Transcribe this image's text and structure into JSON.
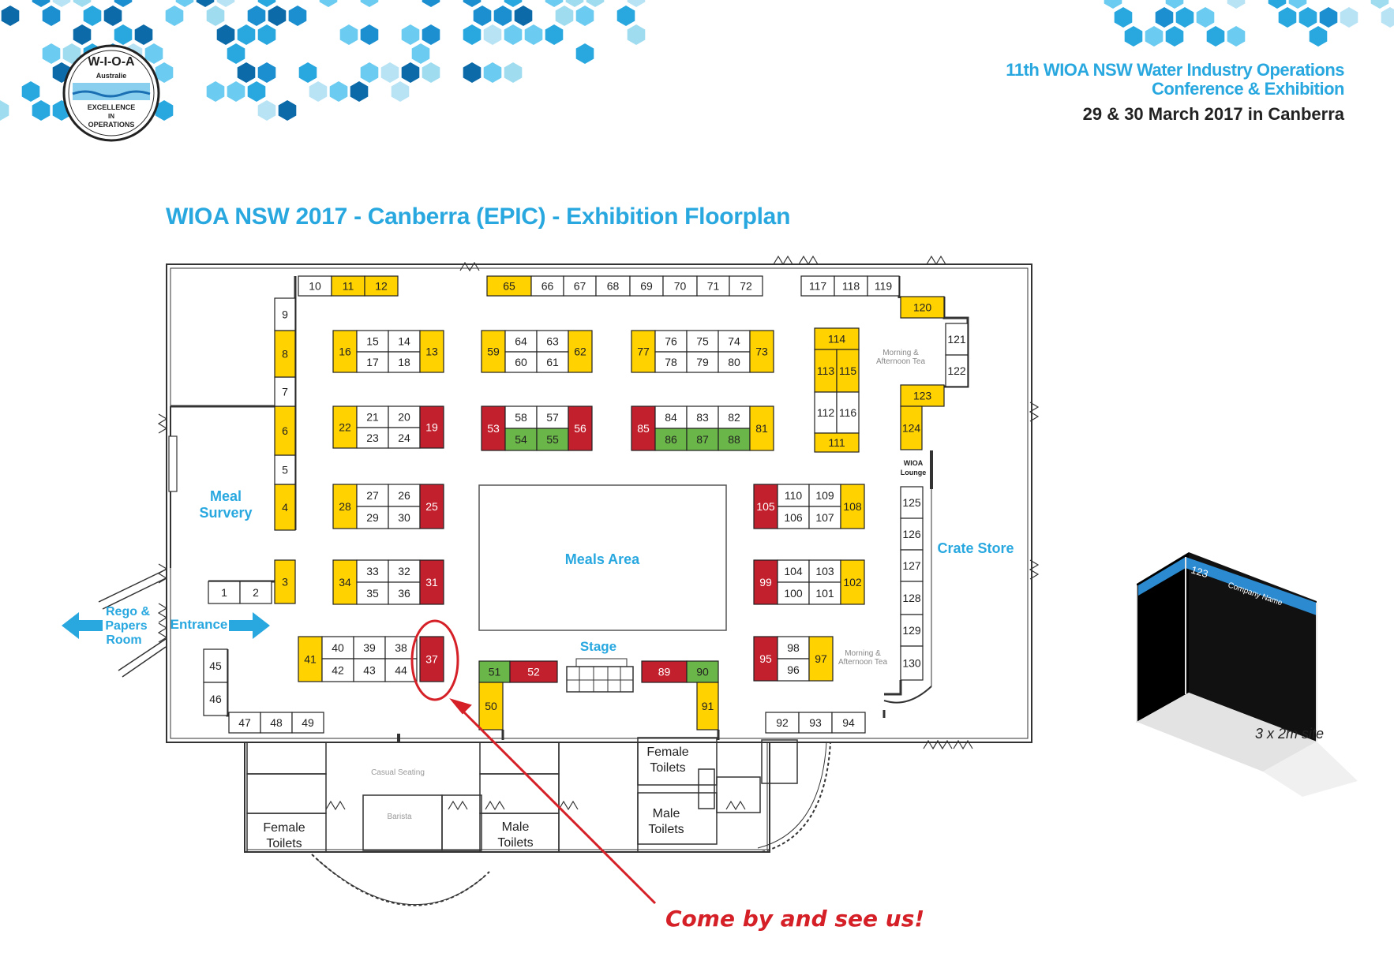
{
  "header": {
    "logo": {
      "name": "W-I-O-A",
      "country": "Australie",
      "motto_line1": "EXCELLENCE",
      "motto_line2": "IN",
      "motto_line3": "OPERATIONS"
    },
    "conference_line1": "11th WIOA NSW Water Industry Operations",
    "conference_line2": "Conference & Exhibition",
    "date_line": "29 & 30 March 2017 in Canberra"
  },
  "title": "WIOA NSW 2017 - Canberra (EPIC) - Exhibition Floorplan",
  "colors": {
    "yellow": "#ffd200",
    "red": "#c3202e",
    "green": "#6ab648",
    "white": "#ffffff",
    "accent_blue": "#29a8e0",
    "callout_red": "#d52027"
  },
  "legend_swatch": {
    "booth_number": "123",
    "company_name": "Company Name",
    "size_label": "3 x 2m site"
  },
  "areas": {
    "meal_survery": [
      "Meal",
      "Survery"
    ],
    "meals_area": "Meals Area",
    "stage": "Stage",
    "crate_store": "Crate Store",
    "entrance": "Entrance",
    "rego": [
      "Rego &",
      "Papers",
      "Room"
    ],
    "morning_tea_1": [
      "Morning &",
      "Afternoon Tea"
    ],
    "morning_tea_2": [
      "Morning &",
      "Afternoon Tea"
    ],
    "wioa_lounge": [
      "WIOA",
      "Lounge"
    ],
    "casual_seating": "Casual Seating",
    "barista": "Barista",
    "female_toilets_1": [
      "Female",
      "Toilets"
    ],
    "male_toilets_1": [
      "Male",
      "Toilets"
    ],
    "female_toilets_2": [
      "Female",
      "Toilets"
    ],
    "male_toilets_2": [
      "Male",
      "Toilets"
    ]
  },
  "callout": "Come by and see us!",
  "booths": [
    {
      "n": "1",
      "c": "white"
    },
    {
      "n": "2",
      "c": "white"
    },
    {
      "n": "3",
      "c": "yellow"
    },
    {
      "n": "4",
      "c": "yellow"
    },
    {
      "n": "5",
      "c": "white"
    },
    {
      "n": "6",
      "c": "yellow"
    },
    {
      "n": "7",
      "c": "white"
    },
    {
      "n": "8",
      "c": "yellow"
    },
    {
      "n": "9",
      "c": "white"
    },
    {
      "n": "10",
      "c": "white"
    },
    {
      "n": "11",
      "c": "yellow"
    },
    {
      "n": "12",
      "c": "yellow"
    },
    {
      "n": "13",
      "c": "yellow"
    },
    {
      "n": "14",
      "c": "white"
    },
    {
      "n": "15",
      "c": "white"
    },
    {
      "n": "16",
      "c": "yellow"
    },
    {
      "n": "17",
      "c": "white"
    },
    {
      "n": "18",
      "c": "white"
    },
    {
      "n": "19",
      "c": "red"
    },
    {
      "n": "20",
      "c": "white"
    },
    {
      "n": "21",
      "c": "white"
    },
    {
      "n": "22",
      "c": "yellow"
    },
    {
      "n": "23",
      "c": "white"
    },
    {
      "n": "24",
      "c": "white"
    },
    {
      "n": "25",
      "c": "red"
    },
    {
      "n": "26",
      "c": "white"
    },
    {
      "n": "27",
      "c": "white"
    },
    {
      "n": "28",
      "c": "yellow"
    },
    {
      "n": "29",
      "c": "white"
    },
    {
      "n": "30",
      "c": "white"
    },
    {
      "n": "31",
      "c": "red"
    },
    {
      "n": "32",
      "c": "white"
    },
    {
      "n": "33",
      "c": "white"
    },
    {
      "n": "34",
      "c": "yellow"
    },
    {
      "n": "35",
      "c": "white"
    },
    {
      "n": "36",
      "c": "white"
    },
    {
      "n": "37",
      "c": "red"
    },
    {
      "n": "38",
      "c": "white"
    },
    {
      "n": "39",
      "c": "white"
    },
    {
      "n": "40",
      "c": "white"
    },
    {
      "n": "41",
      "c": "yellow"
    },
    {
      "n": "42",
      "c": "white"
    },
    {
      "n": "43",
      "c": "white"
    },
    {
      "n": "44",
      "c": "white"
    },
    {
      "n": "45",
      "c": "white"
    },
    {
      "n": "46",
      "c": "white"
    },
    {
      "n": "47",
      "c": "white"
    },
    {
      "n": "48",
      "c": "white"
    },
    {
      "n": "49",
      "c": "white"
    },
    {
      "n": "50",
      "c": "yellow"
    },
    {
      "n": "51",
      "c": "green"
    },
    {
      "n": "52",
      "c": "red"
    },
    {
      "n": "53",
      "c": "red"
    },
    {
      "n": "54",
      "c": "green"
    },
    {
      "n": "55",
      "c": "green"
    },
    {
      "n": "56",
      "c": "red"
    },
    {
      "n": "57",
      "c": "white"
    },
    {
      "n": "58",
      "c": "white"
    },
    {
      "n": "59",
      "c": "yellow"
    },
    {
      "n": "60",
      "c": "white"
    },
    {
      "n": "61",
      "c": "white"
    },
    {
      "n": "62",
      "c": "yellow"
    },
    {
      "n": "63",
      "c": "white"
    },
    {
      "n": "64",
      "c": "white"
    },
    {
      "n": "65",
      "c": "yellow"
    },
    {
      "n": "66",
      "c": "white"
    },
    {
      "n": "67",
      "c": "white"
    },
    {
      "n": "68",
      "c": "white"
    },
    {
      "n": "69",
      "c": "white"
    },
    {
      "n": "70",
      "c": "white"
    },
    {
      "n": "71",
      "c": "white"
    },
    {
      "n": "72",
      "c": "white"
    },
    {
      "n": "73",
      "c": "yellow"
    },
    {
      "n": "74",
      "c": "white"
    },
    {
      "n": "75",
      "c": "white"
    },
    {
      "n": "76",
      "c": "white"
    },
    {
      "n": "77",
      "c": "yellow"
    },
    {
      "n": "78",
      "c": "white"
    },
    {
      "n": "79",
      "c": "white"
    },
    {
      "n": "80",
      "c": "white"
    },
    {
      "n": "81",
      "c": "yellow"
    },
    {
      "n": "82",
      "c": "white"
    },
    {
      "n": "83",
      "c": "white"
    },
    {
      "n": "84",
      "c": "white"
    },
    {
      "n": "85",
      "c": "red"
    },
    {
      "n": "86",
      "c": "green"
    },
    {
      "n": "87",
      "c": "green"
    },
    {
      "n": "88",
      "c": "green"
    },
    {
      "n": "89",
      "c": "red"
    },
    {
      "n": "90",
      "c": "green"
    },
    {
      "n": "91",
      "c": "yellow"
    },
    {
      "n": "92",
      "c": "white"
    },
    {
      "n": "93",
      "c": "white"
    },
    {
      "n": "94",
      "c": "white"
    },
    {
      "n": "95",
      "c": "red"
    },
    {
      "n": "96",
      "c": "white"
    },
    {
      "n": "97",
      "c": "yellow"
    },
    {
      "n": "98",
      "c": "white"
    },
    {
      "n": "99",
      "c": "red"
    },
    {
      "n": "100",
      "c": "white"
    },
    {
      "n": "101",
      "c": "white"
    },
    {
      "n": "102",
      "c": "yellow"
    },
    {
      "n": "103",
      "c": "white"
    },
    {
      "n": "104",
      "c": "white"
    },
    {
      "n": "105",
      "c": "red"
    },
    {
      "n": "106",
      "c": "white"
    },
    {
      "n": "107",
      "c": "white"
    },
    {
      "n": "108",
      "c": "yellow"
    },
    {
      "n": "109",
      "c": "white"
    },
    {
      "n": "110",
      "c": "white"
    },
    {
      "n": "111",
      "c": "yellow"
    },
    {
      "n": "112",
      "c": "white"
    },
    {
      "n": "113",
      "c": "yellow"
    },
    {
      "n": "114",
      "c": "yellow"
    },
    {
      "n": "115",
      "c": "yellow"
    },
    {
      "n": "116",
      "c": "white"
    },
    {
      "n": "117",
      "c": "white"
    },
    {
      "n": "118",
      "c": "white"
    },
    {
      "n": "119",
      "c": "white"
    },
    {
      "n": "120",
      "c": "yellow"
    },
    {
      "n": "121",
      "c": "white"
    },
    {
      "n": "122",
      "c": "white"
    },
    {
      "n": "123",
      "c": "yellow"
    },
    {
      "n": "124",
      "c": "yellow"
    },
    {
      "n": "125",
      "c": "white"
    },
    {
      "n": "126",
      "c": "white"
    },
    {
      "n": "127",
      "c": "white"
    },
    {
      "n": "128",
      "c": "white"
    },
    {
      "n": "129",
      "c": "white"
    },
    {
      "n": "130",
      "c": "white"
    }
  ]
}
